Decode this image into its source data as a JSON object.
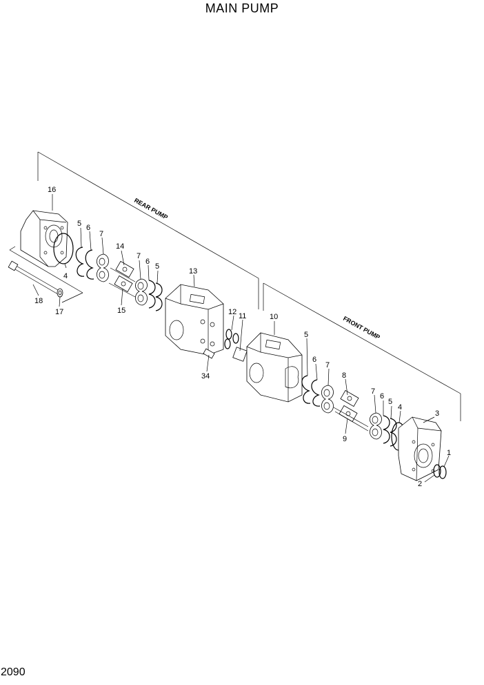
{
  "title": "MAIN PUMP",
  "page_number": "2090",
  "groups": {
    "rear": "REAR PUMP",
    "front": "FRONT PUMP"
  },
  "labels": {
    "l16": "16",
    "l5a": "5",
    "l6a": "6",
    "l7a": "7",
    "l4a": "4",
    "l14": "14",
    "l15": "15",
    "l7b": "7",
    "l6b": "6",
    "l5b": "5",
    "l13": "13",
    "l12": "12",
    "l11": "11",
    "l34": "34",
    "l18": "18",
    "l17": "17",
    "l10": "10",
    "l5c": "5",
    "l6c": "6",
    "l7c": "7",
    "l8": "8",
    "l9": "9",
    "l7d": "7",
    "l6d": "6",
    "l5d": "5",
    "l4b": "4",
    "l3": "3",
    "l1": "1",
    "l2": "2"
  }
}
